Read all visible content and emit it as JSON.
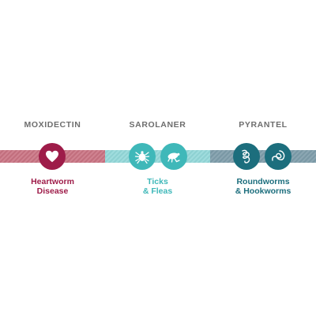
{
  "colors": {
    "magenta": "#9e1c49",
    "aqua": "#3fb8b9",
    "teal": "#1c6e7d",
    "label_gray": "#6e6e6e"
  },
  "sections": [
    {
      "ingredient": "MOXIDECTIN",
      "condition_line1": "Heartworm",
      "condition_line2": "Disease",
      "icons": [
        "heart-icon"
      ]
    },
    {
      "ingredient": "SAROLANER",
      "condition_line1": "Ticks",
      "condition_line2": "& Fleas",
      "icons": [
        "tick-icon",
        "flea-icon"
      ]
    },
    {
      "ingredient": "PYRANTEL",
      "condition_line1": "Roundworms",
      "condition_line2": "& Hookworms",
      "icons": [
        "roundworm-icon",
        "hookworm-icon"
      ]
    }
  ]
}
